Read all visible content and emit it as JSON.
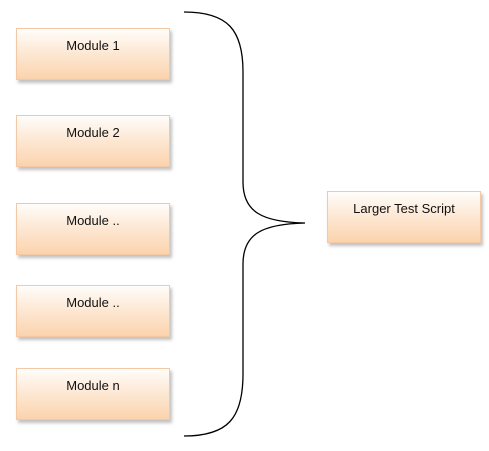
{
  "modules": [
    {
      "label": "Module 1"
    },
    {
      "label": "Module 2"
    },
    {
      "label": "Module .."
    },
    {
      "label": "Module .."
    },
    {
      "label": "Module n"
    }
  ],
  "target": {
    "label": "Larger Test Script"
  },
  "colors": {
    "box_top": "#fffdfa",
    "box_bottom": "#fbd3ad",
    "box_border": "#f2c9a4",
    "brace": "#000000"
  },
  "connector": {
    "type": "curly-brace",
    "icon": "right-curly-brace"
  }
}
